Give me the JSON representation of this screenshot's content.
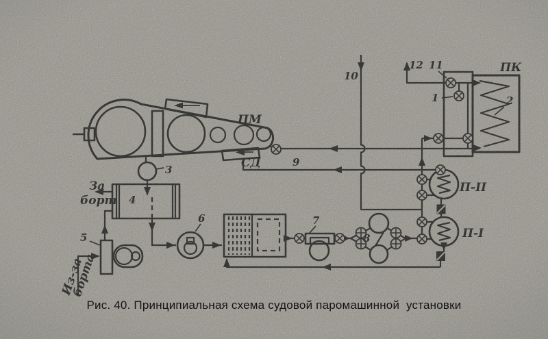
{
  "figure": {
    "caption": "Рис. 40. Принципиальная схема судовой паромашинной  установки"
  },
  "labels": {
    "pm": "ПМ",
    "sd": "СД",
    "pk": "ПК",
    "p1": "П-I",
    "p2": "П-II",
    "n1": "1",
    "n2": "2",
    "n3": "3",
    "n4": "4",
    "n5": "5",
    "n6": "6",
    "n7": "7",
    "n8": "8",
    "n9": "9",
    "n10": "10",
    "n11": "11",
    "n12": "12",
    "za": "За",
    "bort": "борт",
    "izza": "Из-за",
    "borta": "борта"
  },
  "colors": {
    "paper": "#c9c6bd",
    "ink": "#1c1c1c"
  }
}
